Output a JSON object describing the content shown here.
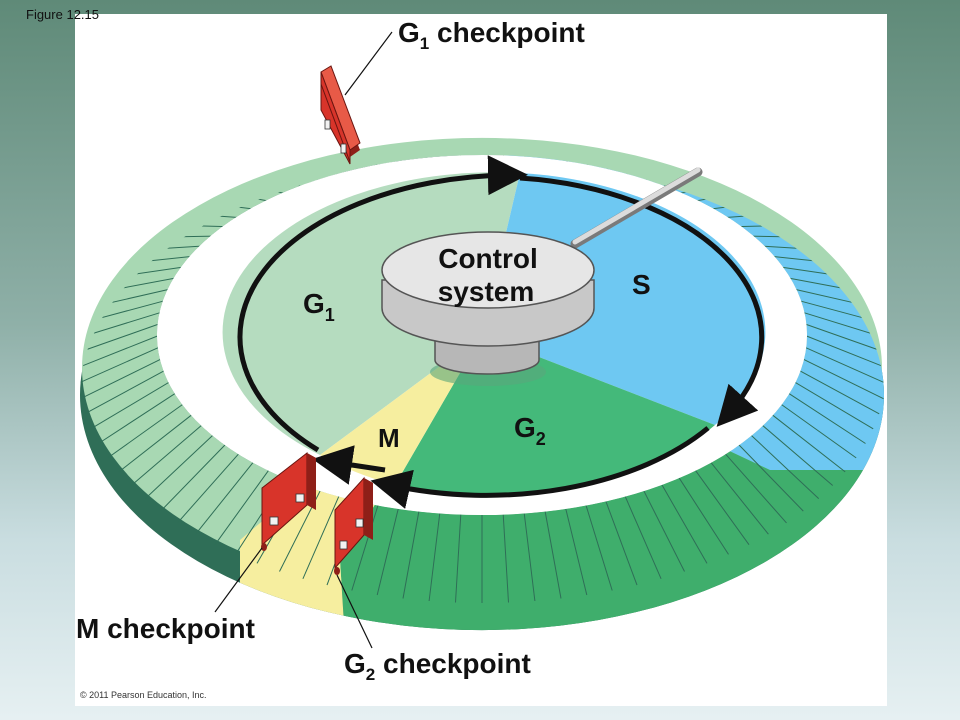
{
  "figure_label": "Figure 12.15",
  "copyright": "© 2011 Pearson Education, Inc.",
  "control_system": {
    "line1": "Control",
    "line2": "system"
  },
  "phases": {
    "g1": {
      "main": "G",
      "sub": "1"
    },
    "s": {
      "main": "S"
    },
    "g2": {
      "main": "G",
      "sub": "2"
    },
    "m": {
      "main": "M"
    }
  },
  "checkpoints": {
    "g1": {
      "main": "G",
      "sub": "1",
      "rest": " checkpoint"
    },
    "m": {
      "main": "M checkpoint"
    },
    "g2": {
      "main": "G",
      "sub": "2",
      "rest": " checkpoint"
    }
  },
  "colors": {
    "g1": "#b5dcbf",
    "s": "#6ec8f2",
    "g2": "#44b97a",
    "m": "#f6ee9f",
    "ring_g1": "#a8d8b3",
    "ring_s": "#6ec8f2",
    "ring_g2": "#3fae6c",
    "checkpoint": "#d8342a"
  }
}
